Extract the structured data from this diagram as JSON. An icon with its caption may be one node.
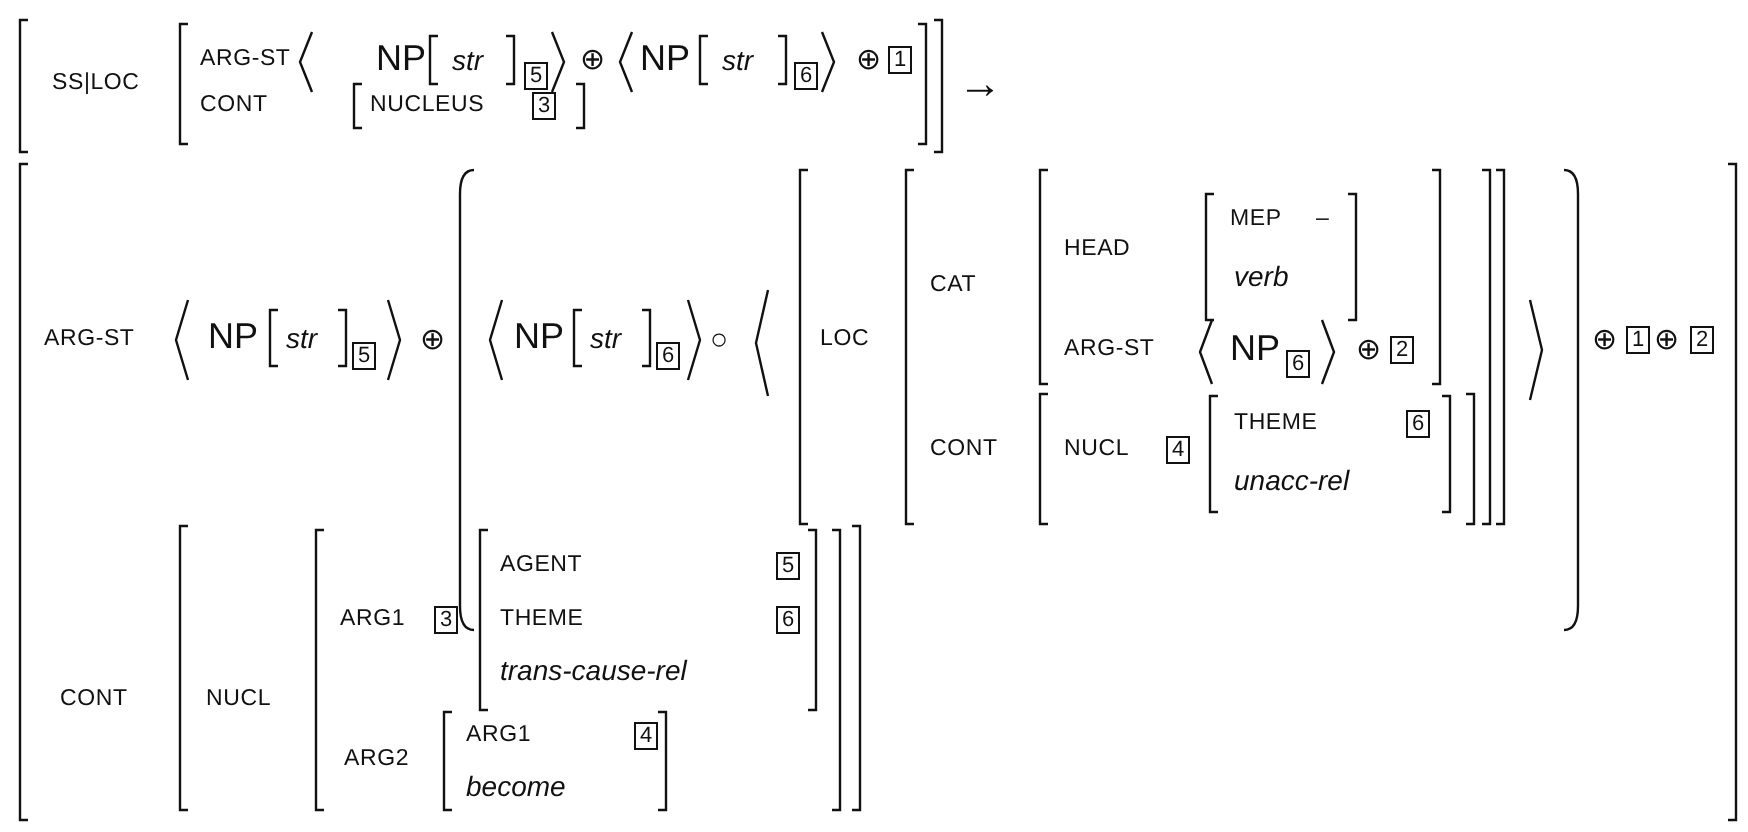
{
  "diagram": {
    "labels": [
      "SS|LOC",
      "ARG-ST",
      "NP",
      "str",
      "5",
      "⊕",
      "NP",
      "str",
      "6",
      "⊕",
      "1",
      "CONT",
      "NUCLEUS",
      "3",
      "→",
      "ARG-ST",
      "NP",
      "str",
      "5",
      "⊕",
      "NP",
      "str",
      "6",
      "○",
      "LOC",
      "CAT",
      "HEAD",
      "MEP",
      "–",
      "verb",
      "ARG-ST",
      "NP",
      "6",
      "⊕",
      "2",
      "CONT",
      "NUCL",
      "4",
      "THEME",
      "6",
      "unacc-rel",
      "⊕",
      "1",
      "⊕",
      "2",
      "CONT",
      "NUCL",
      "ARG1",
      "3",
      "AGENT",
      "5",
      "THEME",
      "6",
      "trans-cause-rel",
      "ARG2",
      "ARG1",
      "4",
      "become"
    ]
  }
}
